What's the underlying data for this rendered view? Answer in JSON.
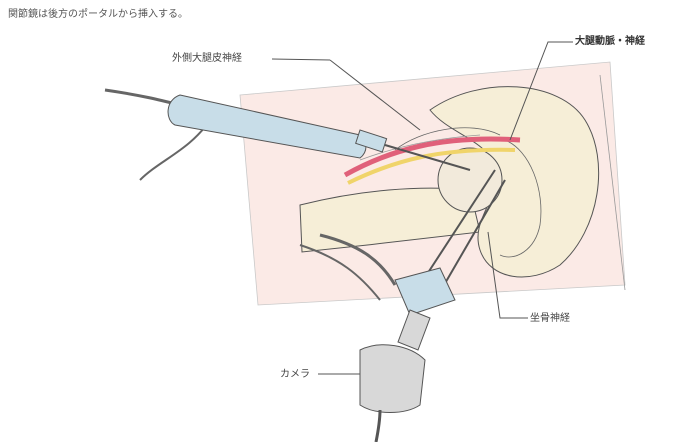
{
  "caption": "関節鏡は後方のポータルから挿入する。",
  "labels": {
    "lateral_femoral_cutaneous_nerve": "外側大腿皮神経",
    "femoral_artery_nerve": "大腿動脈・神経",
    "sciatic_nerve": "坐骨神経",
    "camera": "カメラ"
  },
  "colors": {
    "skin_area": "#fbeae6",
    "bone": "#f6eed7",
    "instrument": "#c8dde8",
    "camera_body": "#d8d8d8",
    "artery": "#e0607a",
    "nerve": "#f0d46a",
    "outline": "#555555"
  }
}
